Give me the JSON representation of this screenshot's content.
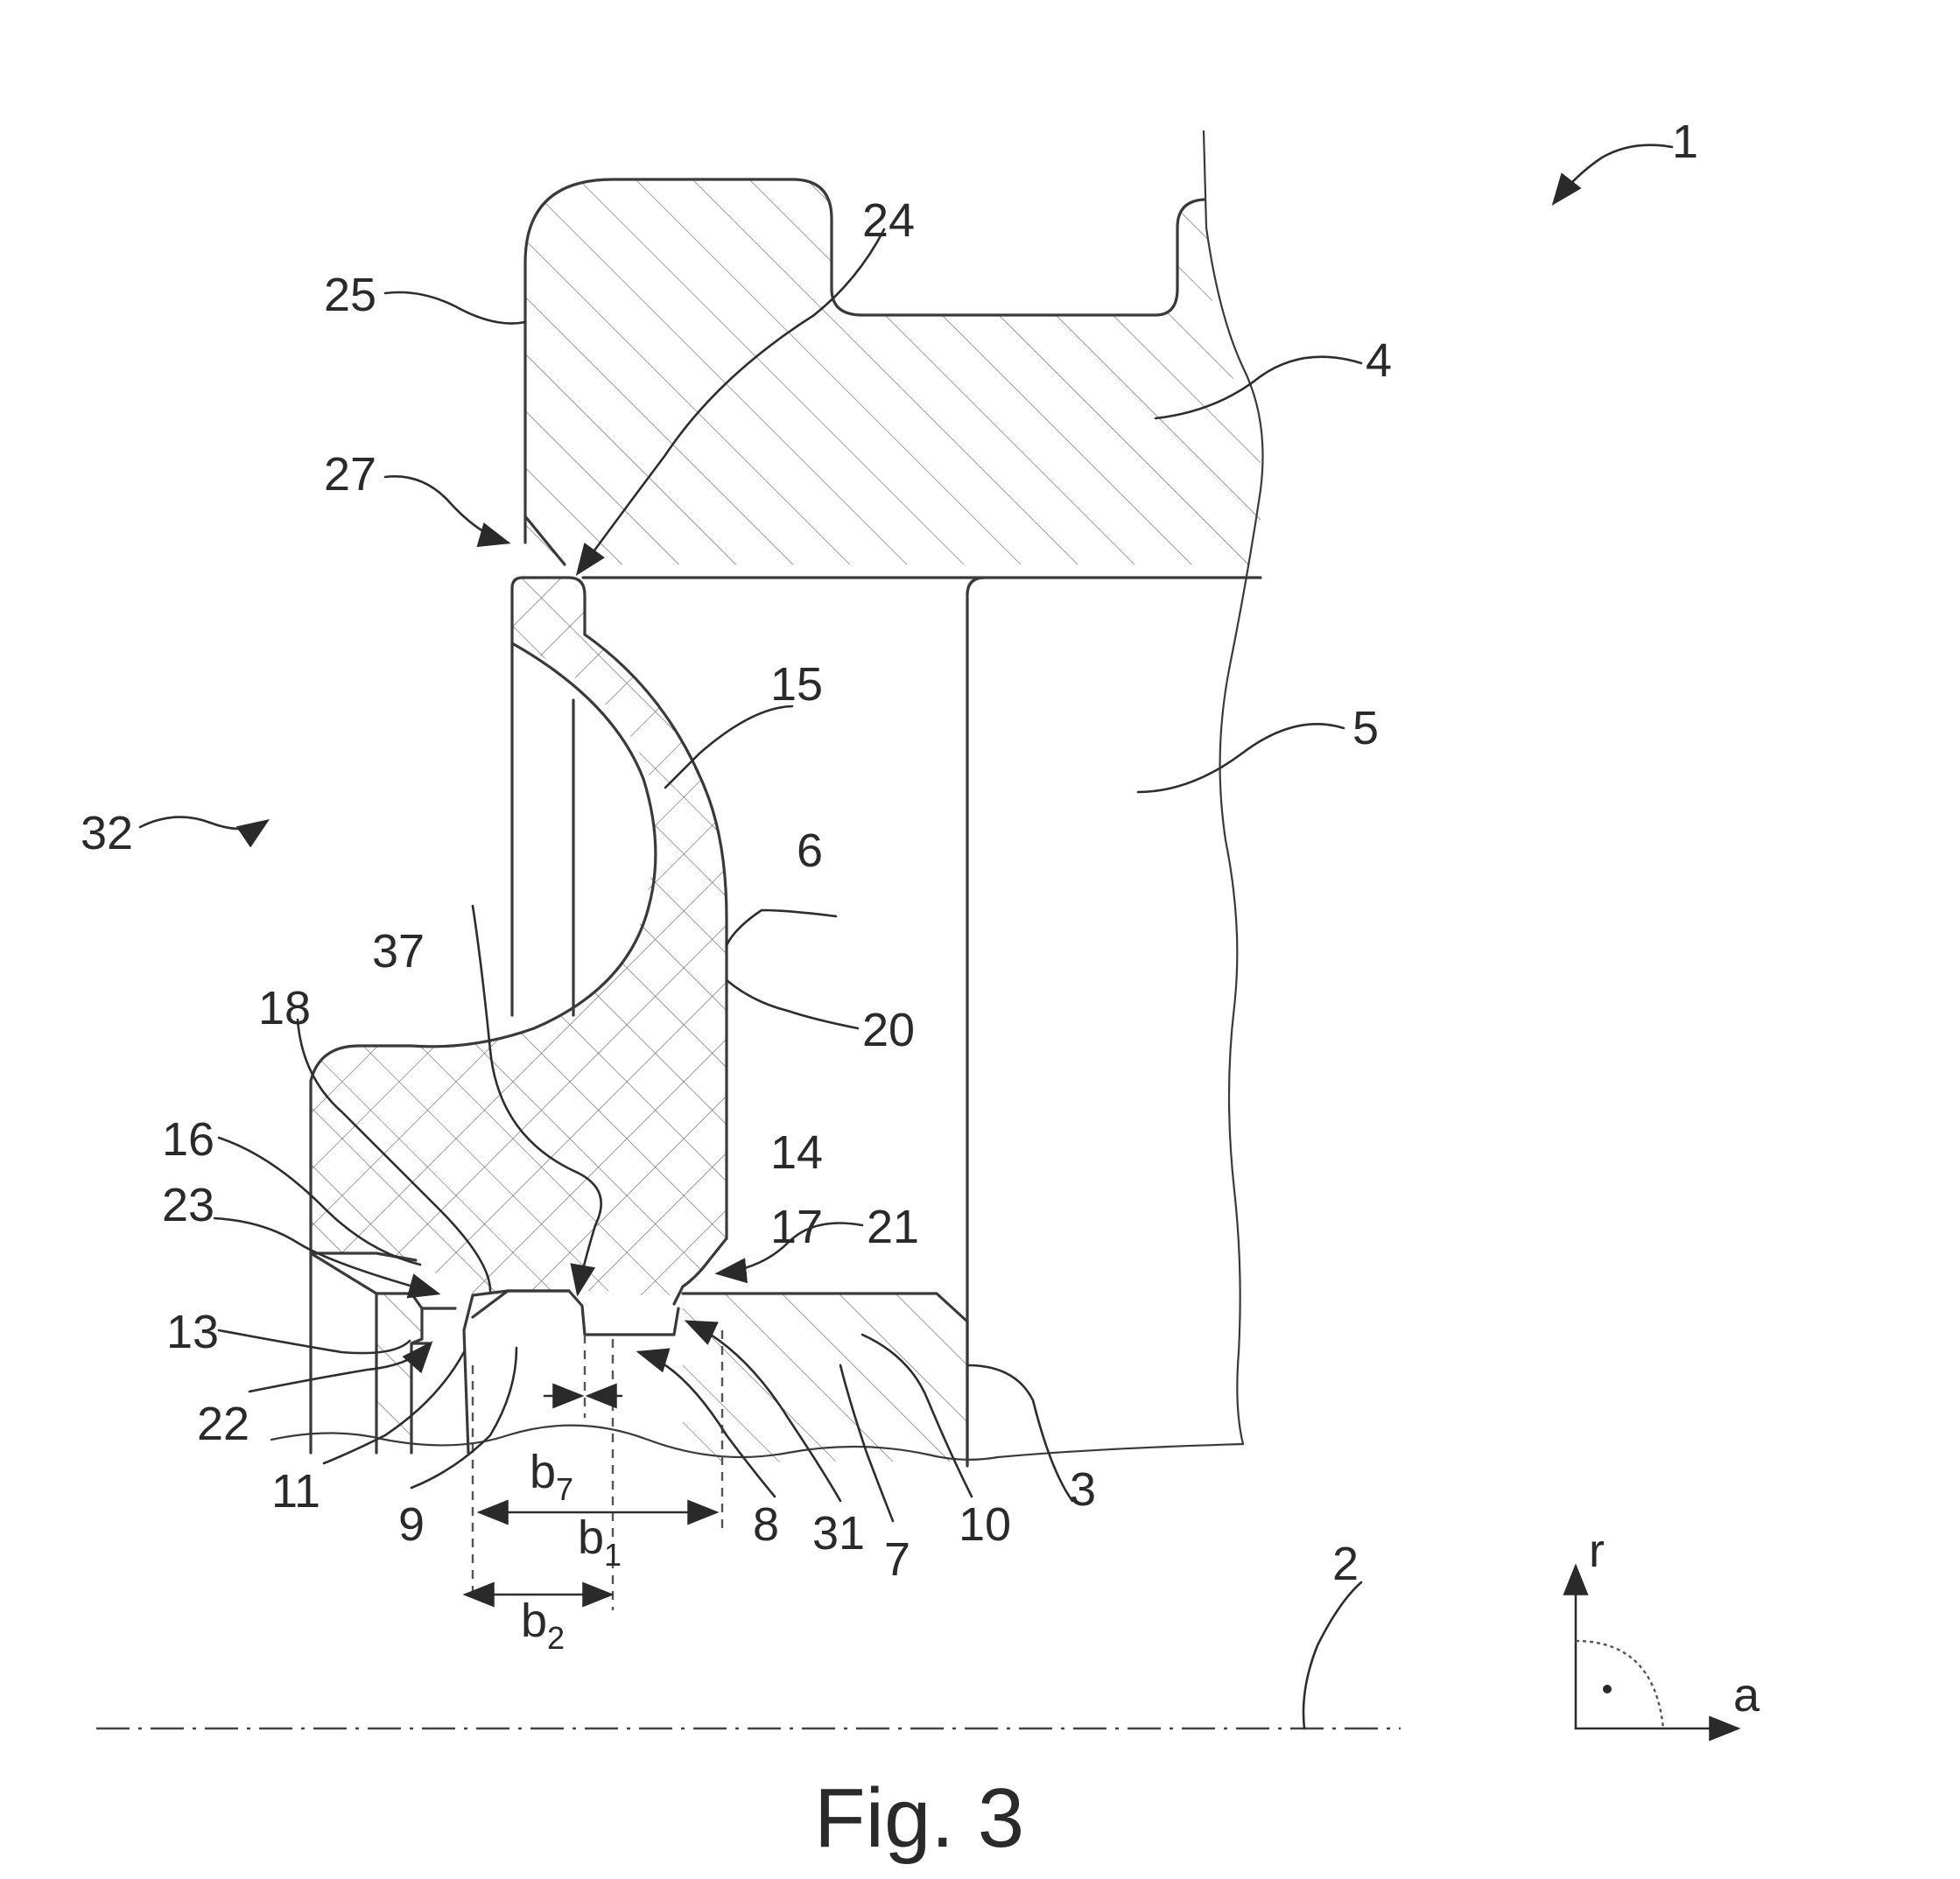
{
  "figure": {
    "caption": "Fig. 3",
    "reference_numerals": {
      "n1": "1",
      "n2": "2",
      "n3": "3",
      "n4": "4",
      "n5": "5",
      "n6": "6",
      "n7": "7",
      "n8": "8",
      "n9": "9",
      "n10": "10",
      "n11": "11",
      "n13": "13",
      "n14": "14",
      "n15": "15",
      "n16": "16",
      "n17": "17",
      "n18": "18",
      "n20": "20",
      "n21": "21",
      "n22": "22",
      "n23": "23",
      "n24": "24",
      "n25": "25",
      "n27": "27",
      "n31": "31",
      "n32": "32",
      "n37": "37"
    },
    "dimensions": {
      "b1": {
        "base": "b",
        "sub": "1"
      },
      "b2": {
        "base": "b",
        "sub": "2"
      },
      "b7": {
        "base": "b",
        "sub": "7"
      }
    },
    "axes": {
      "radial": "r",
      "axial": "a"
    },
    "colors": {
      "line": "#3a3a3a",
      "hatch": "#6a6a6a",
      "background": "#ffffff"
    }
  }
}
